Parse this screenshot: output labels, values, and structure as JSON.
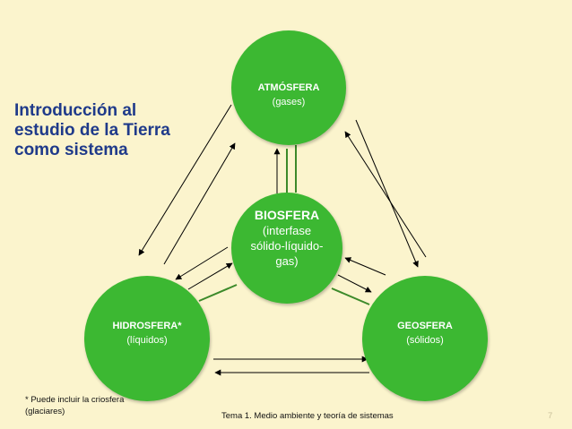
{
  "title": {
    "line1": "Introducción al",
    "line2": "estudio de la Tierra",
    "line3": "como sistema"
  },
  "nodes": {
    "atmosfera": {
      "name": "ATMÓSFERA",
      "sub": "(gases)"
    },
    "biosfera": {
      "name": "BIOSFERA",
      "sub1": "(interfase",
      "sub2": "sólido-líquido-",
      "sub3": "gas)"
    },
    "hidrosfera": {
      "name": "HIDROSFERA*",
      "sub": "(líquidos)"
    },
    "geosfera": {
      "name": "GEOSFERA",
      "sub": "(sólidos)"
    }
  },
  "footer": {
    "note_line1": "* Puede incluir la criosfera",
    "note_line2": "(glaciares)",
    "center": "Tema 1. Medio ambiente y teoría de sistemas",
    "page": "7"
  },
  "colors": {
    "background": "#fbf4cd",
    "circle_fill": "#3cb832",
    "title_text": "#1f3a8a",
    "arrow_black": "#000000",
    "arrow_green": "#3c8a2a"
  }
}
